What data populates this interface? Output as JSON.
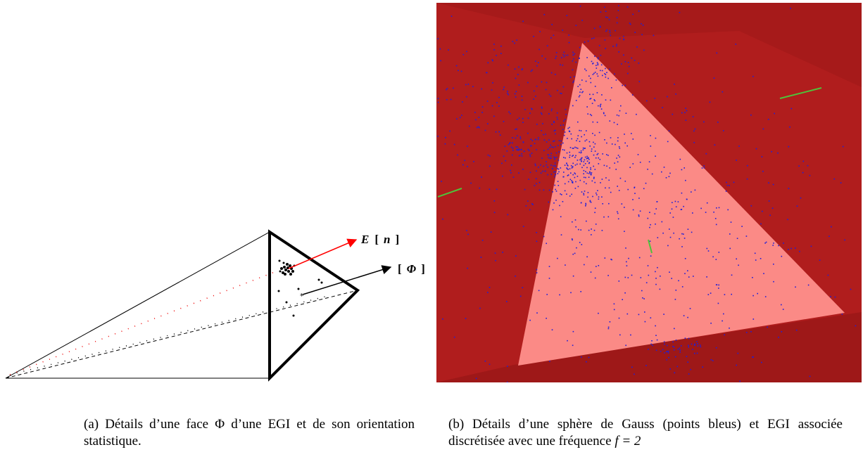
{
  "figure_a": {
    "label_en_prefix": "E",
    "label_en_open": "[",
    "label_en_var": "n",
    "label_en_close": "]",
    "label_phi_open": "[",
    "label_phi_var": "Φ",
    "label_phi_close": "]",
    "colors": {
      "outline": "#000000",
      "arrow_orientation": "#ff0000",
      "arrow_face": "#000000"
    }
  },
  "figure_b": {
    "colors": {
      "background": "#b01d1d",
      "face": "#fb8a86",
      "points": "#1f1fd8",
      "lines": "#4fc23a"
    }
  },
  "captions": {
    "a_text": "(a) Détails d’une face Φ d’une EGI et de son orientation statistique.",
    "b_text": "(b) Détails d’une sphère de Gauss (points bleus) et EGI associée discrétisée avec une fréquence",
    "b_math": "f = 2"
  }
}
